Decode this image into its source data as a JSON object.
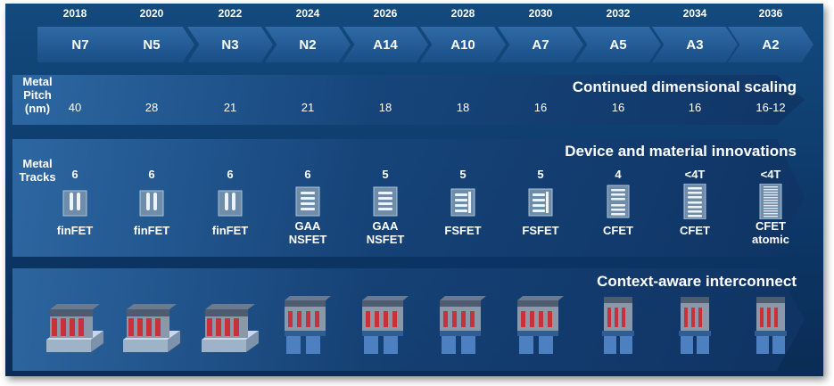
{
  "nodes": [
    {
      "year": "2018",
      "name": "N7"
    },
    {
      "year": "2020",
      "name": "N5"
    },
    {
      "year": "2022",
      "name": "N3"
    },
    {
      "year": "2024",
      "name": "N2"
    },
    {
      "year": "2026",
      "name": "A14"
    },
    {
      "year": "2028",
      "name": "A10"
    },
    {
      "year": "2030",
      "name": "A7"
    },
    {
      "year": "2032",
      "name": "A5"
    },
    {
      "year": "2034",
      "name": "A3"
    },
    {
      "year": "2036",
      "name": "A2"
    }
  ],
  "scaling": {
    "title": "Continued dimensional scaling",
    "row_label": [
      "Metal",
      "Pitch",
      "(nm)"
    ],
    "values": [
      "40",
      "28",
      "21",
      "21",
      "18",
      "18",
      "16",
      "16",
      "16",
      "16-12"
    ]
  },
  "devices": {
    "title": "Device and material innovations",
    "row_label": [
      "Metal",
      "Tracks"
    ],
    "tracks": [
      "6",
      "6",
      "6",
      "6",
      "5",
      "5",
      "5",
      "4",
      "<4T",
      "<4T"
    ],
    "labels": [
      [
        "finFET"
      ],
      [
        "finFET"
      ],
      [
        "finFET"
      ],
      [
        "GAA",
        "NSFET"
      ],
      [
        "GAA",
        "NSFET"
      ],
      [
        "FSFET"
      ],
      [
        "FSFET"
      ],
      [
        "CFET"
      ],
      [
        "CFET"
      ],
      [
        "CFET",
        "atomic"
      ]
    ],
    "icon_types": [
      "fin",
      "fin",
      "fin",
      "gaa",
      "gaa",
      "fsfet",
      "fsfet",
      "cfet",
      "cfet-tall",
      "cfet-atomic"
    ]
  },
  "interconnect": {
    "title": "Context-aware interconnect",
    "chip_types": [
      "finfet-block",
      "finfet-block",
      "finfet-block",
      "gaa-stack",
      "gaa-stack",
      "gaa-stack",
      "gaa-stack",
      "cfet-tower",
      "cfet-tower",
      "cfet-tower"
    ]
  },
  "colors": {
    "background": "#0d3868",
    "chevron": "#2f6aa6",
    "text": "#ffffff",
    "chip_red": "#c8303a",
    "chip_steel": "#9aa7b8"
  }
}
